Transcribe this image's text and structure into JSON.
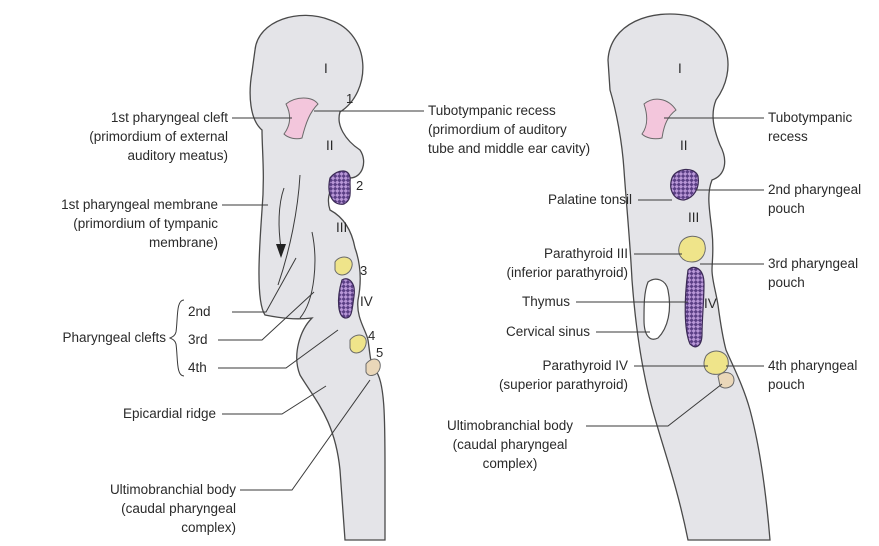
{
  "left_diagram": {
    "roman_labels": [
      "I",
      "II",
      "III",
      "IV"
    ],
    "arch_numbers": [
      "1",
      "2",
      "3",
      "4",
      "5"
    ],
    "labels": {
      "first_cleft": [
        "1st pharyngeal cleft",
        "(primordium of external",
        "auditory meatus)"
      ],
      "first_membrane": [
        "1st pharyngeal membrane",
        "(primordium of tympanic",
        "membrane)"
      ],
      "pharyngeal_clefts": "Pharyngeal clefts",
      "cleft_2nd": "2nd",
      "cleft_3rd": "3rd",
      "cleft_4th": "4th",
      "epicardial_ridge": "Epicardial ridge",
      "ultimobranchial": [
        "Ultimobranchial body",
        "(caudal pharyngeal",
        "complex)"
      ],
      "tubotympanic": [
        "Tubotympanic recess",
        "(primordium of auditory",
        "tube and middle ear cavity)"
      ]
    }
  },
  "right_diagram": {
    "roman_labels": [
      "I",
      "II",
      "III",
      "IV"
    ],
    "labels": {
      "palatine_tonsil": "Palatine tonsil",
      "parathyroid_iii": [
        "Parathyroid III",
        "(inferior parathyroid)"
      ],
      "thymus": "Thymus",
      "cervical_sinus": "Cervical sinus",
      "parathyroid_iv": [
        "Parathyroid IV",
        "(superior parathyroid)"
      ],
      "ultimobranchial": [
        "Ultimobranchial body",
        "(caudal pharyngeal",
        "complex)"
      ],
      "tubotympanic": [
        "Tubotympanic",
        "recess"
      ],
      "pouch_2nd": [
        "2nd pharyngeal",
        "pouch"
      ],
      "pouch_3rd": [
        "3rd pharyngeal",
        "pouch"
      ],
      "pouch_4th": [
        "4th pharyngeal",
        "pouch"
      ]
    }
  }
}
